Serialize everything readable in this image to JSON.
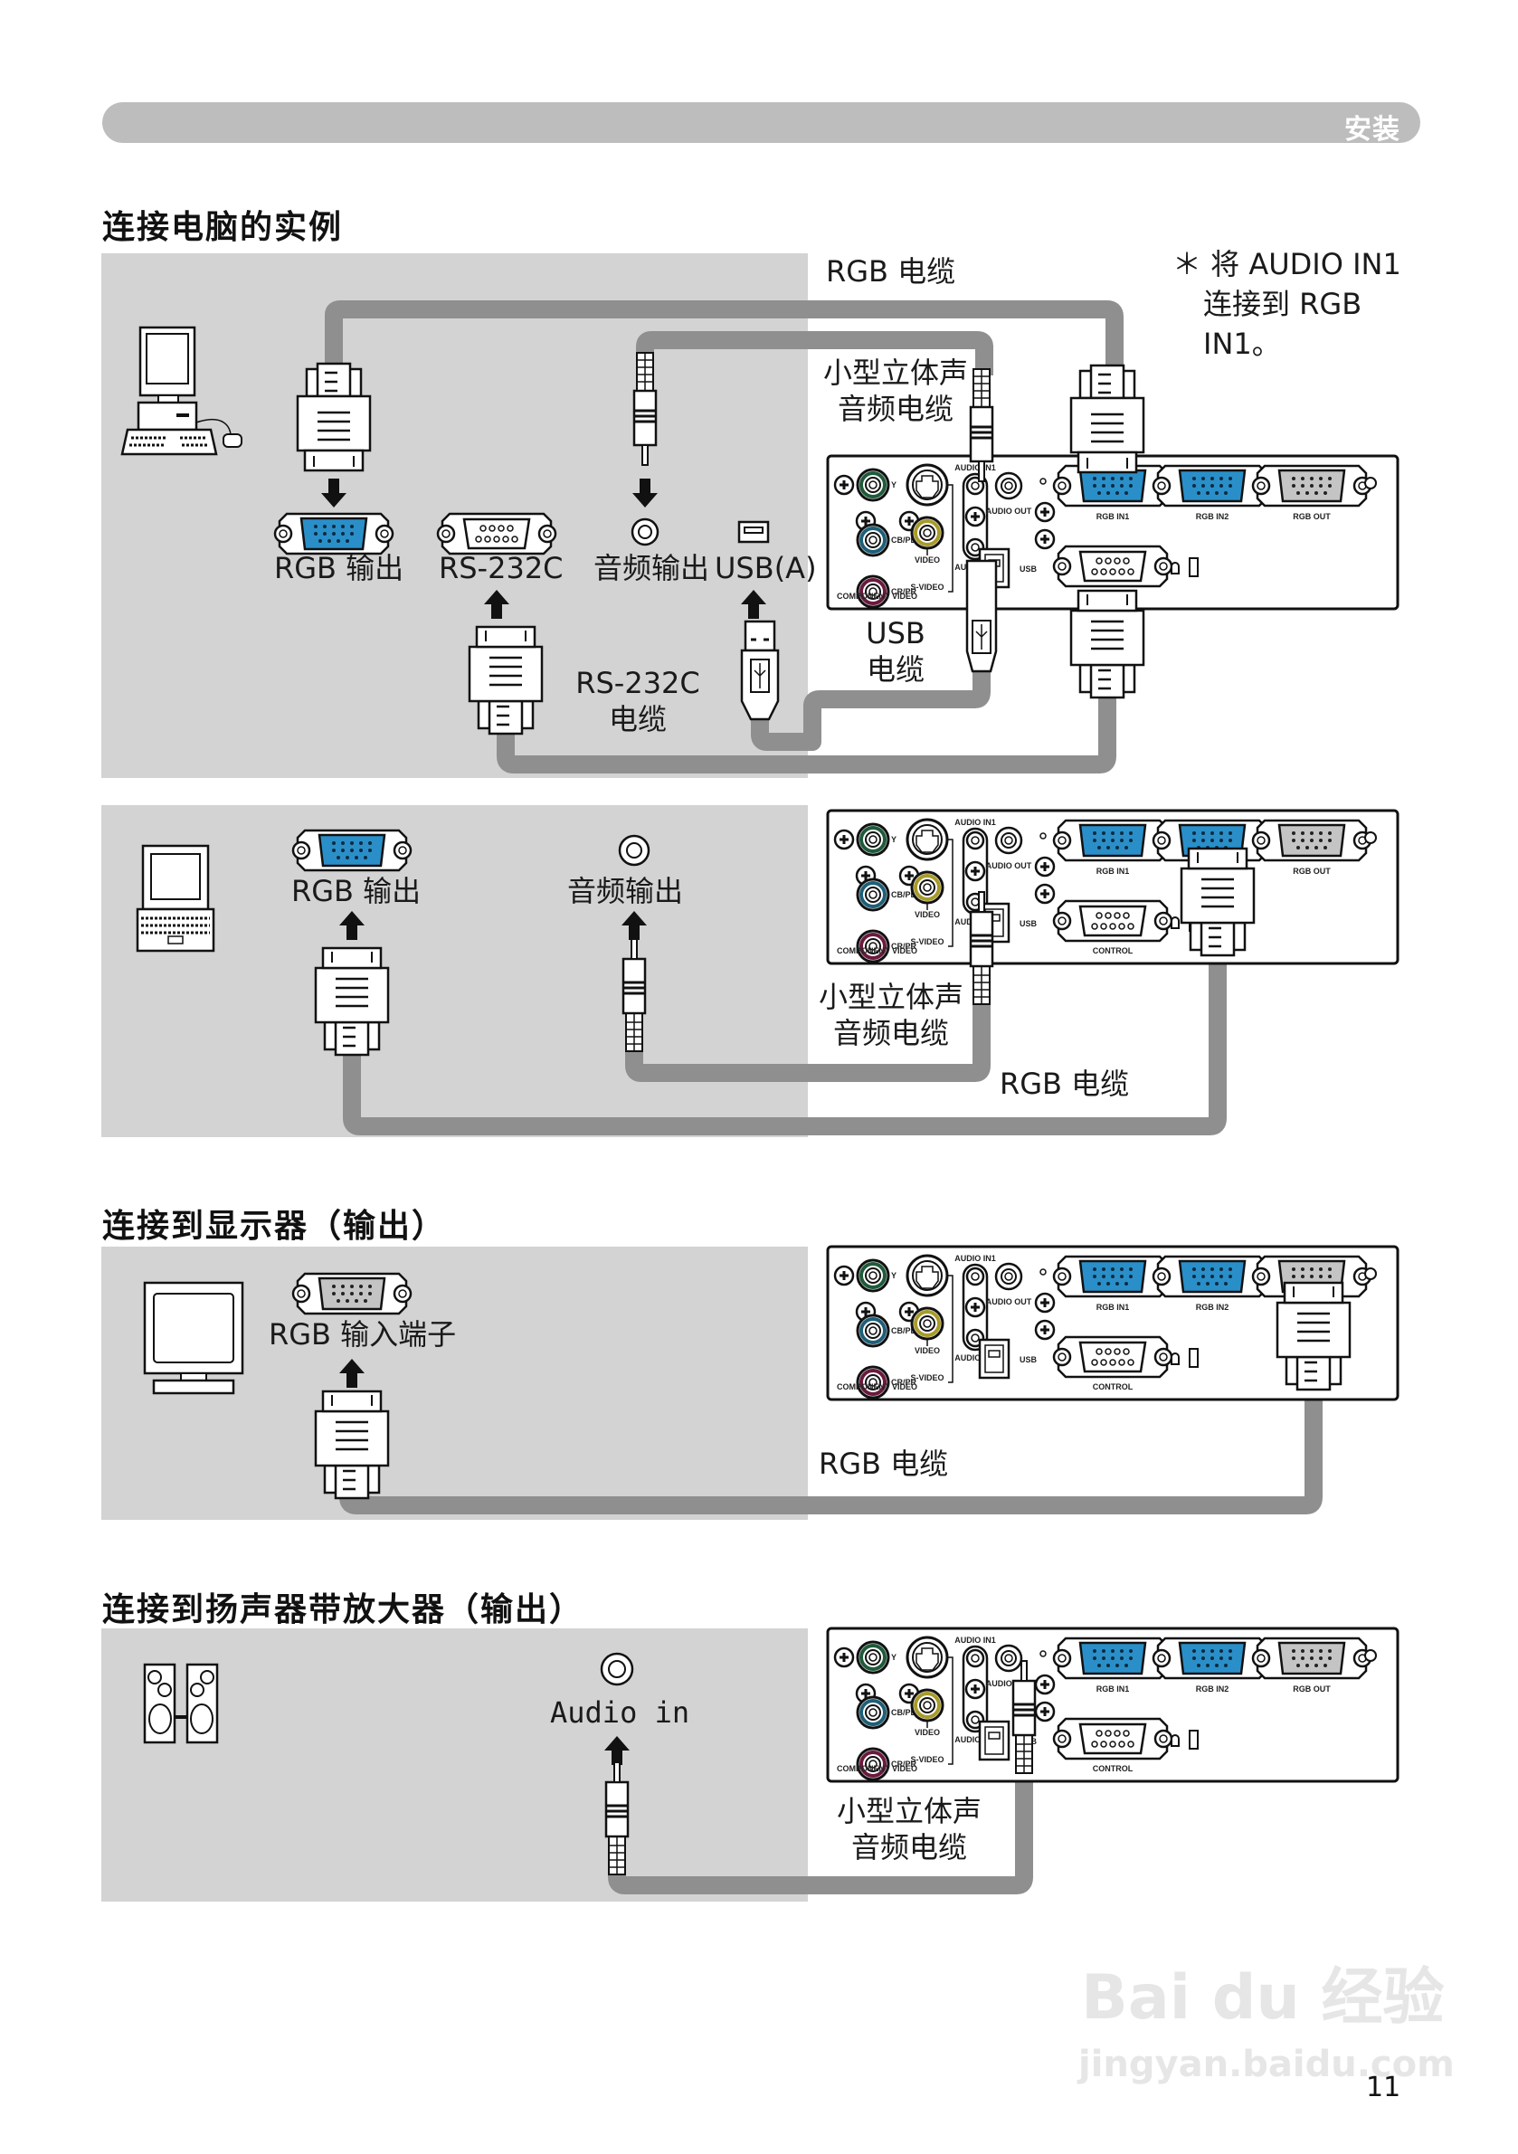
{
  "header": {
    "title": "安装"
  },
  "colors": {
    "cable": "#8f8f8f",
    "panel": "#d3d3d3",
    "header_bar": "#bdbdbd",
    "vga_blue": "#2a8fc8",
    "vga_gray": "#bdbdbd",
    "y_ring": "#1f5a3a",
    "cb_ring": "#1e5f78",
    "cr_ring": "#6b1a3e",
    "video_ring": "#a89b2a"
  },
  "projector_panel": {
    "ports": {
      "y": "Y",
      "cb": "CB/PB",
      "cr": "CR/PR",
      "component": "COMPONENT VIDEO",
      "video": "VIDEO",
      "svideo": "S-VIDEO",
      "audio_in1": "AUDIO IN1",
      "audio_in2": "AUDIO IN2",
      "audio_out": "AUDIO OUT",
      "rgb_in1": "RGB IN1",
      "rgb_in2": "RGB IN2",
      "rgb_out": "RGB OUT",
      "usb": "USB",
      "control": "CONTROL"
    }
  },
  "sections": [
    {
      "title": "连接电脑的实例",
      "labels": {
        "rgb_cable": "RGB 电缆",
        "note_line1": "＊ 将 AUDIO IN1",
        "note_line2": "连接到 RGB",
        "note_line3": "IN1。",
        "mini_stereo_line1": "小型立体声",
        "mini_stereo_line2": "音频电缆",
        "rgb_out": "RGB 输出",
        "rs232c": "RS-232C",
        "audio_out": "音频输出",
        "usb_a": "USB(A)",
        "rs232c_cable_line1": "RS-232C",
        "rs232c_cable_line2": "电缆",
        "usb_cable_line1": "USB",
        "usb_cable_line2": "电缆"
      }
    },
    {
      "labels": {
        "rgb_out": "RGB 输出",
        "audio_out": "音频输出",
        "mini_stereo_line1": "小型立体声",
        "mini_stereo_line2": "音频电缆",
        "rgb_cable": "RGB 电缆"
      }
    },
    {
      "title": "连接到显示器（输出）",
      "labels": {
        "rgb_input": "RGB  输入端子",
        "rgb_cable": "RGB 电缆"
      }
    },
    {
      "title": "连接到扬声器带放大器（输出）",
      "labels": {
        "audio_in": "Audio in",
        "mini_stereo_line1": "小型立体声",
        "mini_stereo_line2": "音频电缆"
      }
    }
  ],
  "watermark": {
    "brand": "Bai du 经验",
    "url": "jingyan.baidu.com"
  },
  "page_number": "11"
}
